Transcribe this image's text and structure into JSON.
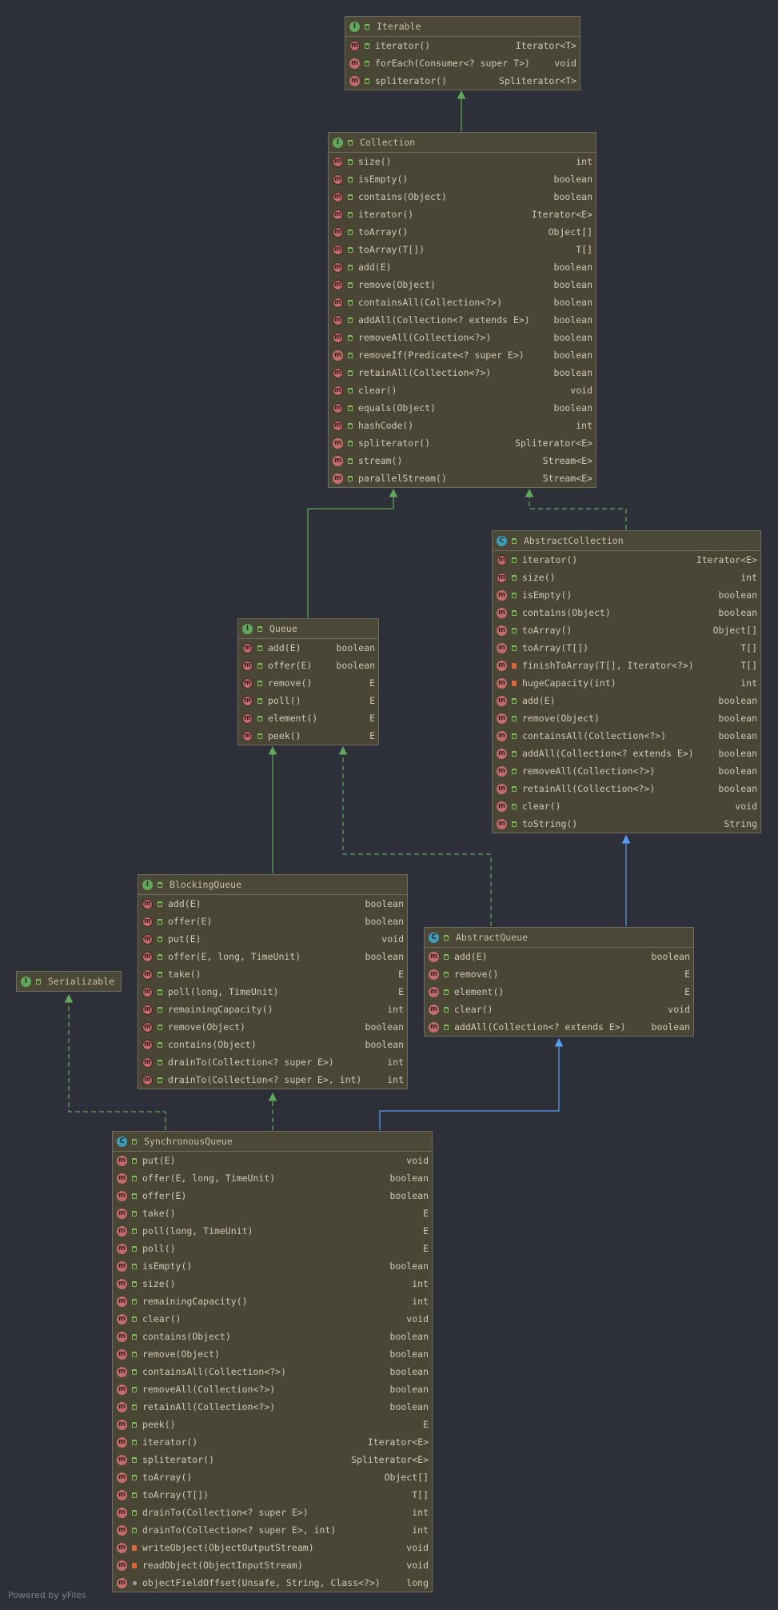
{
  "colors": {
    "background": "#2d3038",
    "node_fill": "#4a4636",
    "inherit_edge": "#62a85c",
    "extends_edge": "#589df6"
  },
  "footer": "Powered by yFiles",
  "nodes": {
    "iterable": {
      "kind": "I",
      "name": "Iterable",
      "members": [
        {
          "n": "iterator()",
          "r": "Iterator<T>",
          "abs": true,
          "vis": "pub"
        },
        {
          "n": "forEach(Consumer<? super T>)",
          "r": "void",
          "vis": "pub"
        },
        {
          "n": "spliterator()",
          "r": "Spliterator<T>",
          "vis": "pub"
        }
      ]
    },
    "collection": {
      "kind": "I",
      "name": "Collection",
      "members": [
        {
          "n": "size()",
          "r": "int",
          "abs": true,
          "vis": "pub"
        },
        {
          "n": "isEmpty()",
          "r": "boolean",
          "abs": true,
          "vis": "pub"
        },
        {
          "n": "contains(Object)",
          "r": "boolean",
          "abs": true,
          "vis": "pub"
        },
        {
          "n": "iterator()",
          "r": "Iterator<E>",
          "abs": true,
          "vis": "pub"
        },
        {
          "n": "toArray()",
          "r": "Object[]",
          "abs": true,
          "vis": "pub"
        },
        {
          "n": "toArray(T[])",
          "r": "T[]",
          "abs": true,
          "vis": "pub"
        },
        {
          "n": "add(E)",
          "r": "boolean",
          "abs": true,
          "vis": "pub"
        },
        {
          "n": "remove(Object)",
          "r": "boolean",
          "abs": true,
          "vis": "pub"
        },
        {
          "n": "containsAll(Collection<?>)",
          "r": "boolean",
          "abs": true,
          "vis": "pub"
        },
        {
          "n": "addAll(Collection<? extends E>)",
          "r": "boolean",
          "abs": true,
          "vis": "pub"
        },
        {
          "n": "removeAll(Collection<?>)",
          "r": "boolean",
          "abs": true,
          "vis": "pub"
        },
        {
          "n": "removeIf(Predicate<? super E>)",
          "r": "boolean",
          "vis": "pub"
        },
        {
          "n": "retainAll(Collection<?>)",
          "r": "boolean",
          "abs": true,
          "vis": "pub"
        },
        {
          "n": "clear()",
          "r": "void",
          "abs": true,
          "vis": "pub"
        },
        {
          "n": "equals(Object)",
          "r": "boolean",
          "abs": true,
          "vis": "pub"
        },
        {
          "n": "hashCode()",
          "r": "int",
          "abs": true,
          "vis": "pub"
        },
        {
          "n": "spliterator()",
          "r": "Spliterator<E>",
          "vis": "pub"
        },
        {
          "n": "stream()",
          "r": "Stream<E>",
          "vis": "pub"
        },
        {
          "n": "parallelStream()",
          "r": "Stream<E>",
          "vis": "pub"
        }
      ]
    },
    "abstractcollection": {
      "kind": "C",
      "name": "AbstractCollection",
      "members": [
        {
          "n": "iterator()",
          "r": "Iterator<E>",
          "abs": true,
          "vis": "pub"
        },
        {
          "n": "size()",
          "r": "int",
          "abs": true,
          "vis": "pub"
        },
        {
          "n": "isEmpty()",
          "r": "boolean",
          "vis": "pub"
        },
        {
          "n": "contains(Object)",
          "r": "boolean",
          "vis": "pub"
        },
        {
          "n": "toArray()",
          "r": "Object[]",
          "vis": "pub"
        },
        {
          "n": "toArray(T[])",
          "r": "T[]",
          "vis": "pub"
        },
        {
          "n": "finishToArray(T[], Iterator<?>)",
          "r": "T[]",
          "vis": "priv"
        },
        {
          "n": "hugeCapacity(int)",
          "r": "int",
          "vis": "priv"
        },
        {
          "n": "add(E)",
          "r": "boolean",
          "vis": "pub"
        },
        {
          "n": "remove(Object)",
          "r": "boolean",
          "vis": "pub"
        },
        {
          "n": "containsAll(Collection<?>)",
          "r": "boolean",
          "vis": "pub"
        },
        {
          "n": "addAll(Collection<? extends E>)",
          "r": "boolean",
          "vis": "pub"
        },
        {
          "n": "removeAll(Collection<?>)",
          "r": "boolean",
          "vis": "pub"
        },
        {
          "n": "retainAll(Collection<?>)",
          "r": "boolean",
          "vis": "pub"
        },
        {
          "n": "clear()",
          "r": "void",
          "vis": "pub"
        },
        {
          "n": "toString()",
          "r": "String",
          "vis": "pub"
        }
      ]
    },
    "queue": {
      "kind": "I",
      "name": "Queue",
      "members": [
        {
          "n": "add(E)",
          "r": "boolean",
          "abs": true,
          "vis": "pub"
        },
        {
          "n": "offer(E)",
          "r": "boolean",
          "abs": true,
          "vis": "pub"
        },
        {
          "n": "remove()",
          "r": "E",
          "abs": true,
          "vis": "pub"
        },
        {
          "n": "poll()",
          "r": "E",
          "abs": true,
          "vis": "pub"
        },
        {
          "n": "element()",
          "r": "E",
          "abs": true,
          "vis": "pub"
        },
        {
          "n": "peek()",
          "r": "E",
          "abs": true,
          "vis": "pub"
        }
      ]
    },
    "blockingqueue": {
      "kind": "I",
      "name": "BlockingQueue",
      "members": [
        {
          "n": "add(E)",
          "r": "boolean",
          "abs": true,
          "vis": "pub"
        },
        {
          "n": "offer(E)",
          "r": "boolean",
          "abs": true,
          "vis": "pub"
        },
        {
          "n": "put(E)",
          "r": "void",
          "abs": true,
          "vis": "pub"
        },
        {
          "n": "offer(E, long, TimeUnit)",
          "r": "boolean",
          "abs": true,
          "vis": "pub"
        },
        {
          "n": "take()",
          "r": "E",
          "abs": true,
          "vis": "pub"
        },
        {
          "n": "poll(long, TimeUnit)",
          "r": "E",
          "abs": true,
          "vis": "pub"
        },
        {
          "n": "remainingCapacity()",
          "r": "int",
          "abs": true,
          "vis": "pub"
        },
        {
          "n": "remove(Object)",
          "r": "boolean",
          "abs": true,
          "vis": "pub"
        },
        {
          "n": "contains(Object)",
          "r": "boolean",
          "abs": true,
          "vis": "pub"
        },
        {
          "n": "drainTo(Collection<? super E>)",
          "r": "int",
          "abs": true,
          "vis": "pub"
        },
        {
          "n": "drainTo(Collection<? super E>, int)",
          "r": "int",
          "abs": true,
          "vis": "pub"
        }
      ]
    },
    "abstractqueue": {
      "kind": "C",
      "name": "AbstractQueue",
      "members": [
        {
          "n": "add(E)",
          "r": "boolean",
          "vis": "pub"
        },
        {
          "n": "remove()",
          "r": "E",
          "vis": "pub"
        },
        {
          "n": "element()",
          "r": "E",
          "vis": "pub"
        },
        {
          "n": "clear()",
          "r": "void",
          "vis": "pub"
        },
        {
          "n": "addAll(Collection<? extends E>)",
          "r": "boolean",
          "vis": "pub"
        }
      ]
    },
    "serializable": {
      "kind": "I",
      "name": "Serializable",
      "members": []
    },
    "synchronousqueue": {
      "kind": "C",
      "name": "SynchronousQueue",
      "members": [
        {
          "n": "put(E)",
          "r": "void",
          "vis": "pub"
        },
        {
          "n": "offer(E, long, TimeUnit)",
          "r": "boolean",
          "vis": "pub"
        },
        {
          "n": "offer(E)",
          "r": "boolean",
          "vis": "pub"
        },
        {
          "n": "take()",
          "r": "E",
          "vis": "pub"
        },
        {
          "n": "poll(long, TimeUnit)",
          "r": "E",
          "vis": "pub"
        },
        {
          "n": "poll()",
          "r": "E",
          "vis": "pub"
        },
        {
          "n": "isEmpty()",
          "r": "boolean",
          "vis": "pub"
        },
        {
          "n": "size()",
          "r": "int",
          "vis": "pub"
        },
        {
          "n": "remainingCapacity()",
          "r": "int",
          "vis": "pub"
        },
        {
          "n": "clear()",
          "r": "void",
          "vis": "pub"
        },
        {
          "n": "contains(Object)",
          "r": "boolean",
          "vis": "pub"
        },
        {
          "n": "remove(Object)",
          "r": "boolean",
          "vis": "pub"
        },
        {
          "n": "containsAll(Collection<?>)",
          "r": "boolean",
          "vis": "pub"
        },
        {
          "n": "removeAll(Collection<?>)",
          "r": "boolean",
          "vis": "pub"
        },
        {
          "n": "retainAll(Collection<?>)",
          "r": "boolean",
          "vis": "pub"
        },
        {
          "n": "peek()",
          "r": "E",
          "vis": "pub"
        },
        {
          "n": "iterator()",
          "r": "Iterator<E>",
          "vis": "pub"
        },
        {
          "n": "spliterator()",
          "r": "Spliterator<E>",
          "vis": "pub"
        },
        {
          "n": "toArray()",
          "r": "Object[]",
          "vis": "pub"
        },
        {
          "n": "toArray(T[])",
          "r": "T[]",
          "vis": "pub"
        },
        {
          "n": "drainTo(Collection<? super E>)",
          "r": "int",
          "vis": "pub"
        },
        {
          "n": "drainTo(Collection<? super E>, int)",
          "r": "int",
          "vis": "pub"
        },
        {
          "n": "writeObject(ObjectOutputStream)",
          "r": "void",
          "vis": "priv"
        },
        {
          "n": "readObject(ObjectInputStream)",
          "r": "void",
          "vis": "priv"
        },
        {
          "n": "objectFieldOffset(Unsafe, String, Class<?>)",
          "r": "long",
          "vis": "pkg",
          "static": true
        }
      ]
    }
  }
}
